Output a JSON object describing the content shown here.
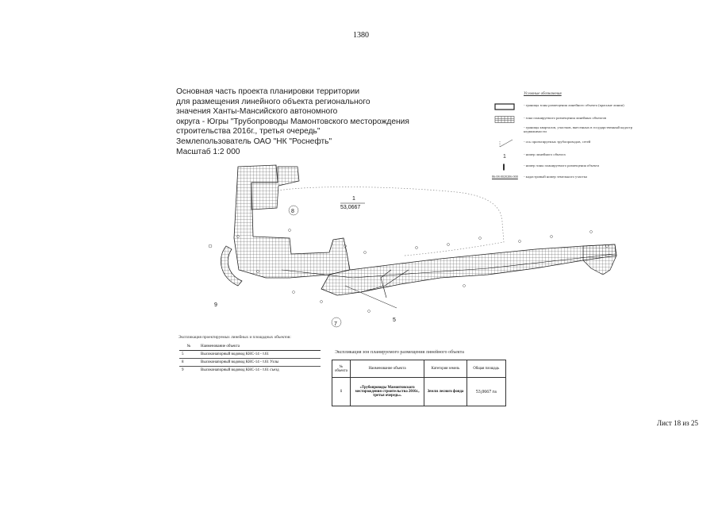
{
  "page": {
    "number": "1380",
    "sheet_info": "Лист 18 из 25"
  },
  "title_block": {
    "lines": [
      "Основная часть проекта планировки территории",
      "для размещения линейного объекта регионального",
      "значения Ханты-Мансийского автономного",
      "округа - Югры \"Трубопроводы Мамонтовского месторождения",
      "строительства 2016г., третья очередь\"",
      "Землепользователь ОАО \"НК \"Роснефть\"",
      "Масштаб 1:2 000"
    ]
  },
  "legend": {
    "title": "Условные обозначения",
    "items": [
      {
        "icon": "rectangle-outline",
        "text": "- границы зоны размещения линейного объекта (красные линии)"
      },
      {
        "icon": "grid-hatch",
        "text": "- зона планируемого размещения линейных объектов"
      },
      {
        "icon": "none",
        "text": "- границы кварталов, участков, внесенных в государственный кадастр недвижимости"
      },
      {
        "icon": "triangle-line",
        "text": "- ось проектируемых трубопроводов, сетей"
      },
      {
        "icon": "number-label",
        "text": "- номер линейного объекта"
      },
      {
        "icon": "number-label",
        "text": "- номер зоны планируемого размещения объекта"
      },
      {
        "icon": "cadastre-label",
        "text": "- кадастровый номер земельного участка"
      }
    ],
    "cadastre_sample": "86:08:0020206:000"
  },
  "map": {
    "labels": [
      {
        "text": "8"
      },
      {
        "text": "1"
      },
      {
        "text": "53,0667"
      },
      {
        "text": "9"
      },
      {
        "text": "7"
      },
      {
        "text": "5"
      }
    ]
  },
  "explication_objects": {
    "caption": "Экспликация проектируемых линейных и площадных объектов:",
    "headers": [
      "№",
      "Наименование объекта"
    ],
    "rows": [
      {
        "num": "5",
        "name": "Высоконапорный водовод КНС-14 - т.61"
      },
      {
        "num": "8",
        "name": "Высоконапорный водовод КНС-14 - т.61 Узлы"
      },
      {
        "num": "9",
        "name": "Высоконапорный водовод КНС-14 - т.61 съезд"
      }
    ]
  },
  "explication_zones": {
    "caption": "Экспликация зон планируемого размещения линейного объекта",
    "headers": [
      "№ объекта",
      "Наименование объекта",
      "Категория земель",
      "Общая площадь"
    ],
    "rows": [
      {
        "num": "1",
        "name": "«Трубопроводы Мамонтовского месторождения строительства 2016г., третья очередь».",
        "category": "Земли лесного фонда",
        "area": "53,0667 га"
      }
    ]
  }
}
